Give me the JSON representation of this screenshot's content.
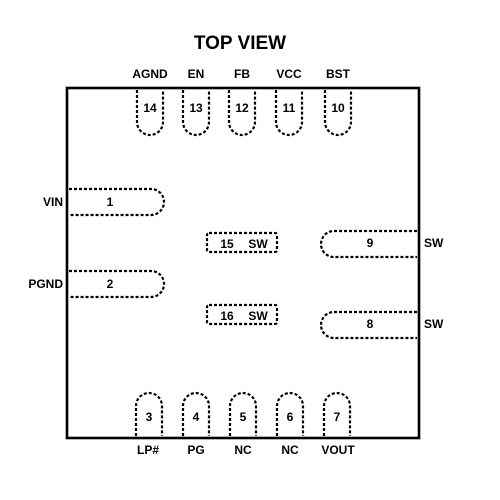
{
  "title": "TOP VIEW",
  "pins": {
    "p1": {
      "num": "1",
      "name": "VIN"
    },
    "p2": {
      "num": "2",
      "name": "PGND"
    },
    "p3": {
      "num": "3",
      "name": "LP#"
    },
    "p4": {
      "num": "4",
      "name": "PG"
    },
    "p5": {
      "num": "5",
      "name": "NC"
    },
    "p6": {
      "num": "6",
      "name": "NC"
    },
    "p7": {
      "num": "7",
      "name": "VOUT"
    },
    "p8": {
      "num": "8",
      "name": "SW"
    },
    "p9": {
      "num": "9",
      "name": "SW"
    },
    "p10": {
      "num": "10",
      "name": "BST"
    },
    "p11": {
      "num": "11",
      "name": "VCC"
    },
    "p12": {
      "num": "12",
      "name": "FB"
    },
    "p13": {
      "num": "13",
      "name": "EN"
    },
    "p14": {
      "num": "14",
      "name": "AGND"
    },
    "p15": {
      "num": "15",
      "name": "SW"
    },
    "p16": {
      "num": "16",
      "name": "SW"
    }
  }
}
